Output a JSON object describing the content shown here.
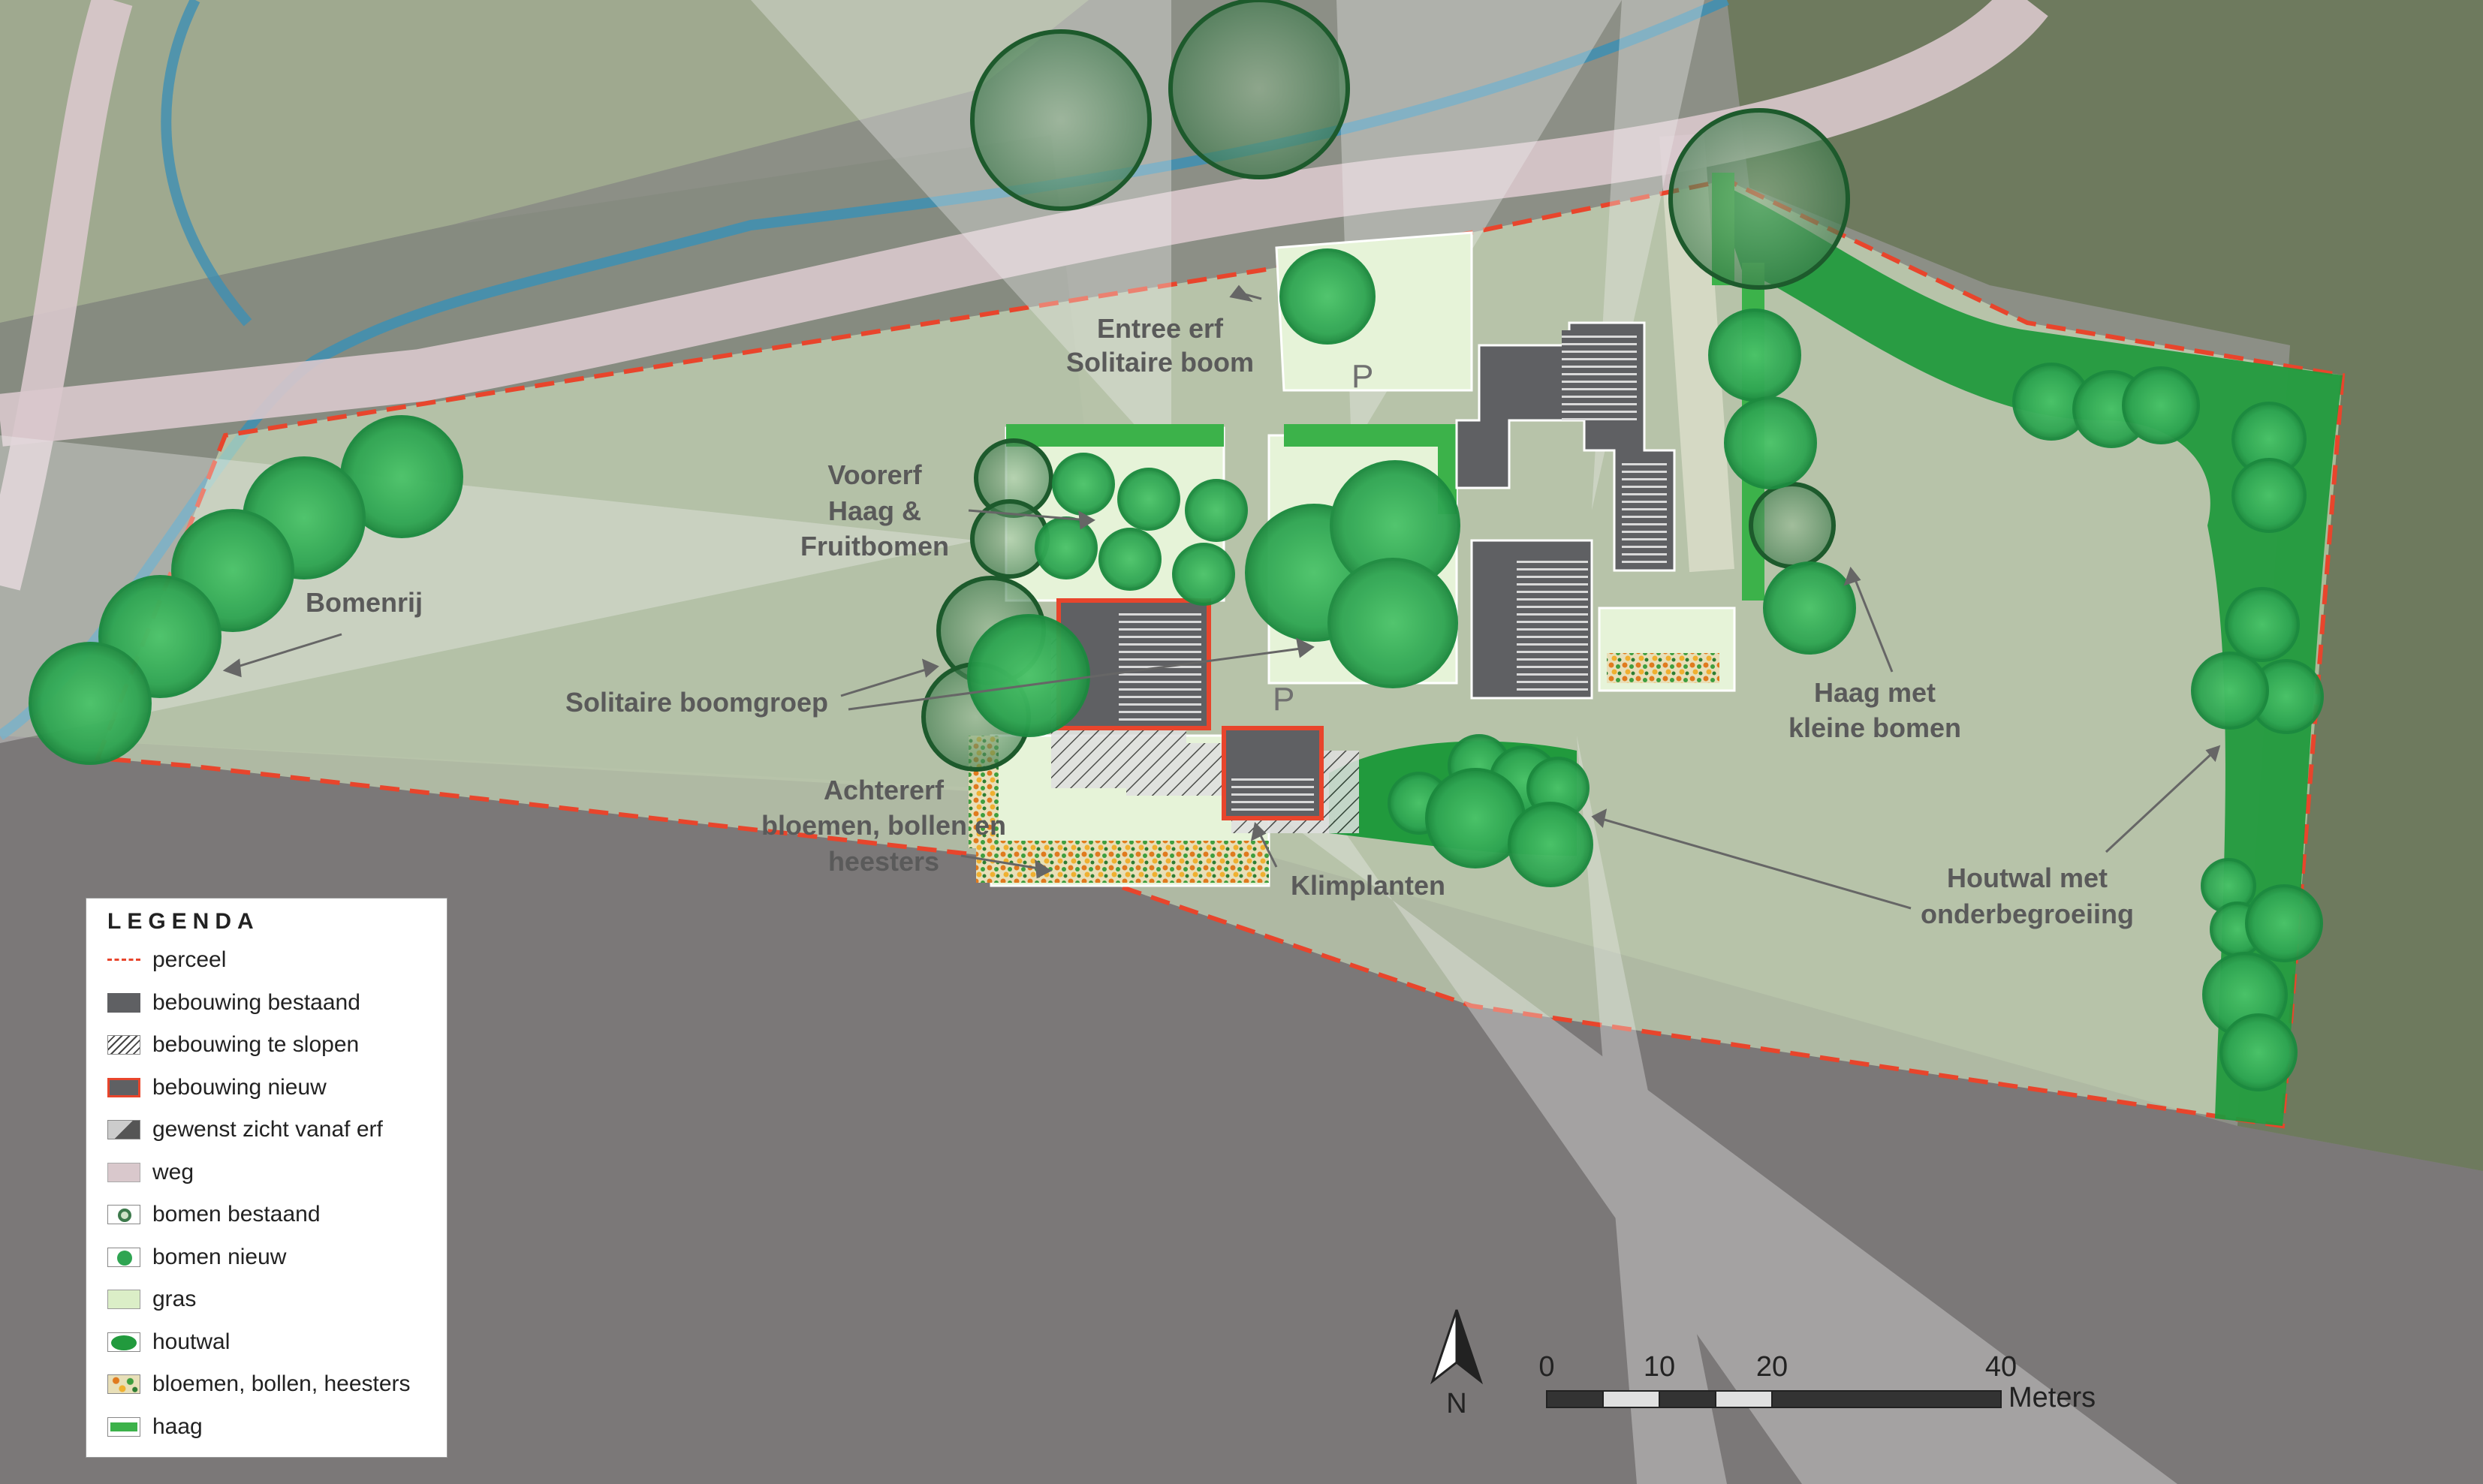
{
  "map": {
    "labels": {
      "entree": [
        "Entree erf",
        "Solitaire boom"
      ],
      "voorerf": [
        "Voorerf",
        "Haag &",
        "Fruitbomen"
      ],
      "bomenrij": "Bomenrij",
      "solitaire_boomgroep": "Solitaire boomgroep",
      "achtererf": [
        "Achtererf",
        "bloemen, bollen en",
        "heesters"
      ],
      "klimplanten": "Klimplanten",
      "haag": [
        "Haag met",
        "kleine bomen"
      ],
      "houtwal": [
        "Houtwal met",
        "onderbegroeiing"
      ]
    },
    "parking": "P",
    "north": "N",
    "scale": {
      "ticks": [
        "0",
        "10",
        "20",
        "40"
      ],
      "unit": "Meters"
    }
  },
  "legend": {
    "title": "LEGENDA",
    "items": [
      {
        "label": "perceel",
        "icon": "perceel-swatch"
      },
      {
        "label": "bebouwing bestaand",
        "icon": "bestaand-swatch"
      },
      {
        "label": "bebouwing te slopen",
        "icon": "slopen-swatch"
      },
      {
        "label": "bebouwing nieuw",
        "icon": "nieuw-swatch"
      },
      {
        "label": "gewenst zicht vanaf erf",
        "icon": "zicht-swatch"
      },
      {
        "label": "weg",
        "icon": "weg-swatch"
      },
      {
        "label": "bomen bestaand",
        "icon": "bomen-bestaand-swatch"
      },
      {
        "label": "bomen nieuw",
        "icon": "bomen-nieuw-swatch"
      },
      {
        "label": "gras",
        "icon": "gras-swatch"
      },
      {
        "label": "houtwal",
        "icon": "houtwal-swatch"
      },
      {
        "label": "bloemen, bollen, heesters",
        "icon": "bloemen-swatch"
      },
      {
        "label": "haag",
        "icon": "haag-swatch"
      }
    ]
  },
  "colors": {
    "parcel": "#e8452c",
    "building": "#5f6063",
    "tree_new": "#2fa552",
    "tree_existing": "#3d7a4c",
    "grass": "#dbeec7",
    "houtwal": "#219a3d",
    "hedge": "#3cb24a",
    "road": "#d9c8cc",
    "water": "#3d8fb3"
  }
}
